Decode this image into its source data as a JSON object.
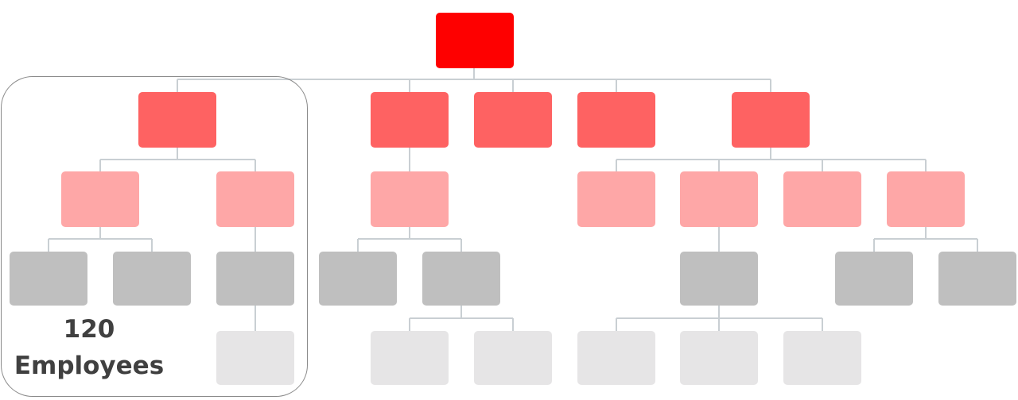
{
  "diagram": {
    "type": "org-chart",
    "level_colors": [
      "#fe0000",
      "#fe6262",
      "#fea7a7",
      "#bfbfbf",
      "#e6e5e6"
    ],
    "connector_color": "#c9cfd3",
    "highlight_group": {
      "count": "120",
      "label": "Employees",
      "frame_color": "#8a8a8a",
      "text_color": "#404040"
    }
  }
}
